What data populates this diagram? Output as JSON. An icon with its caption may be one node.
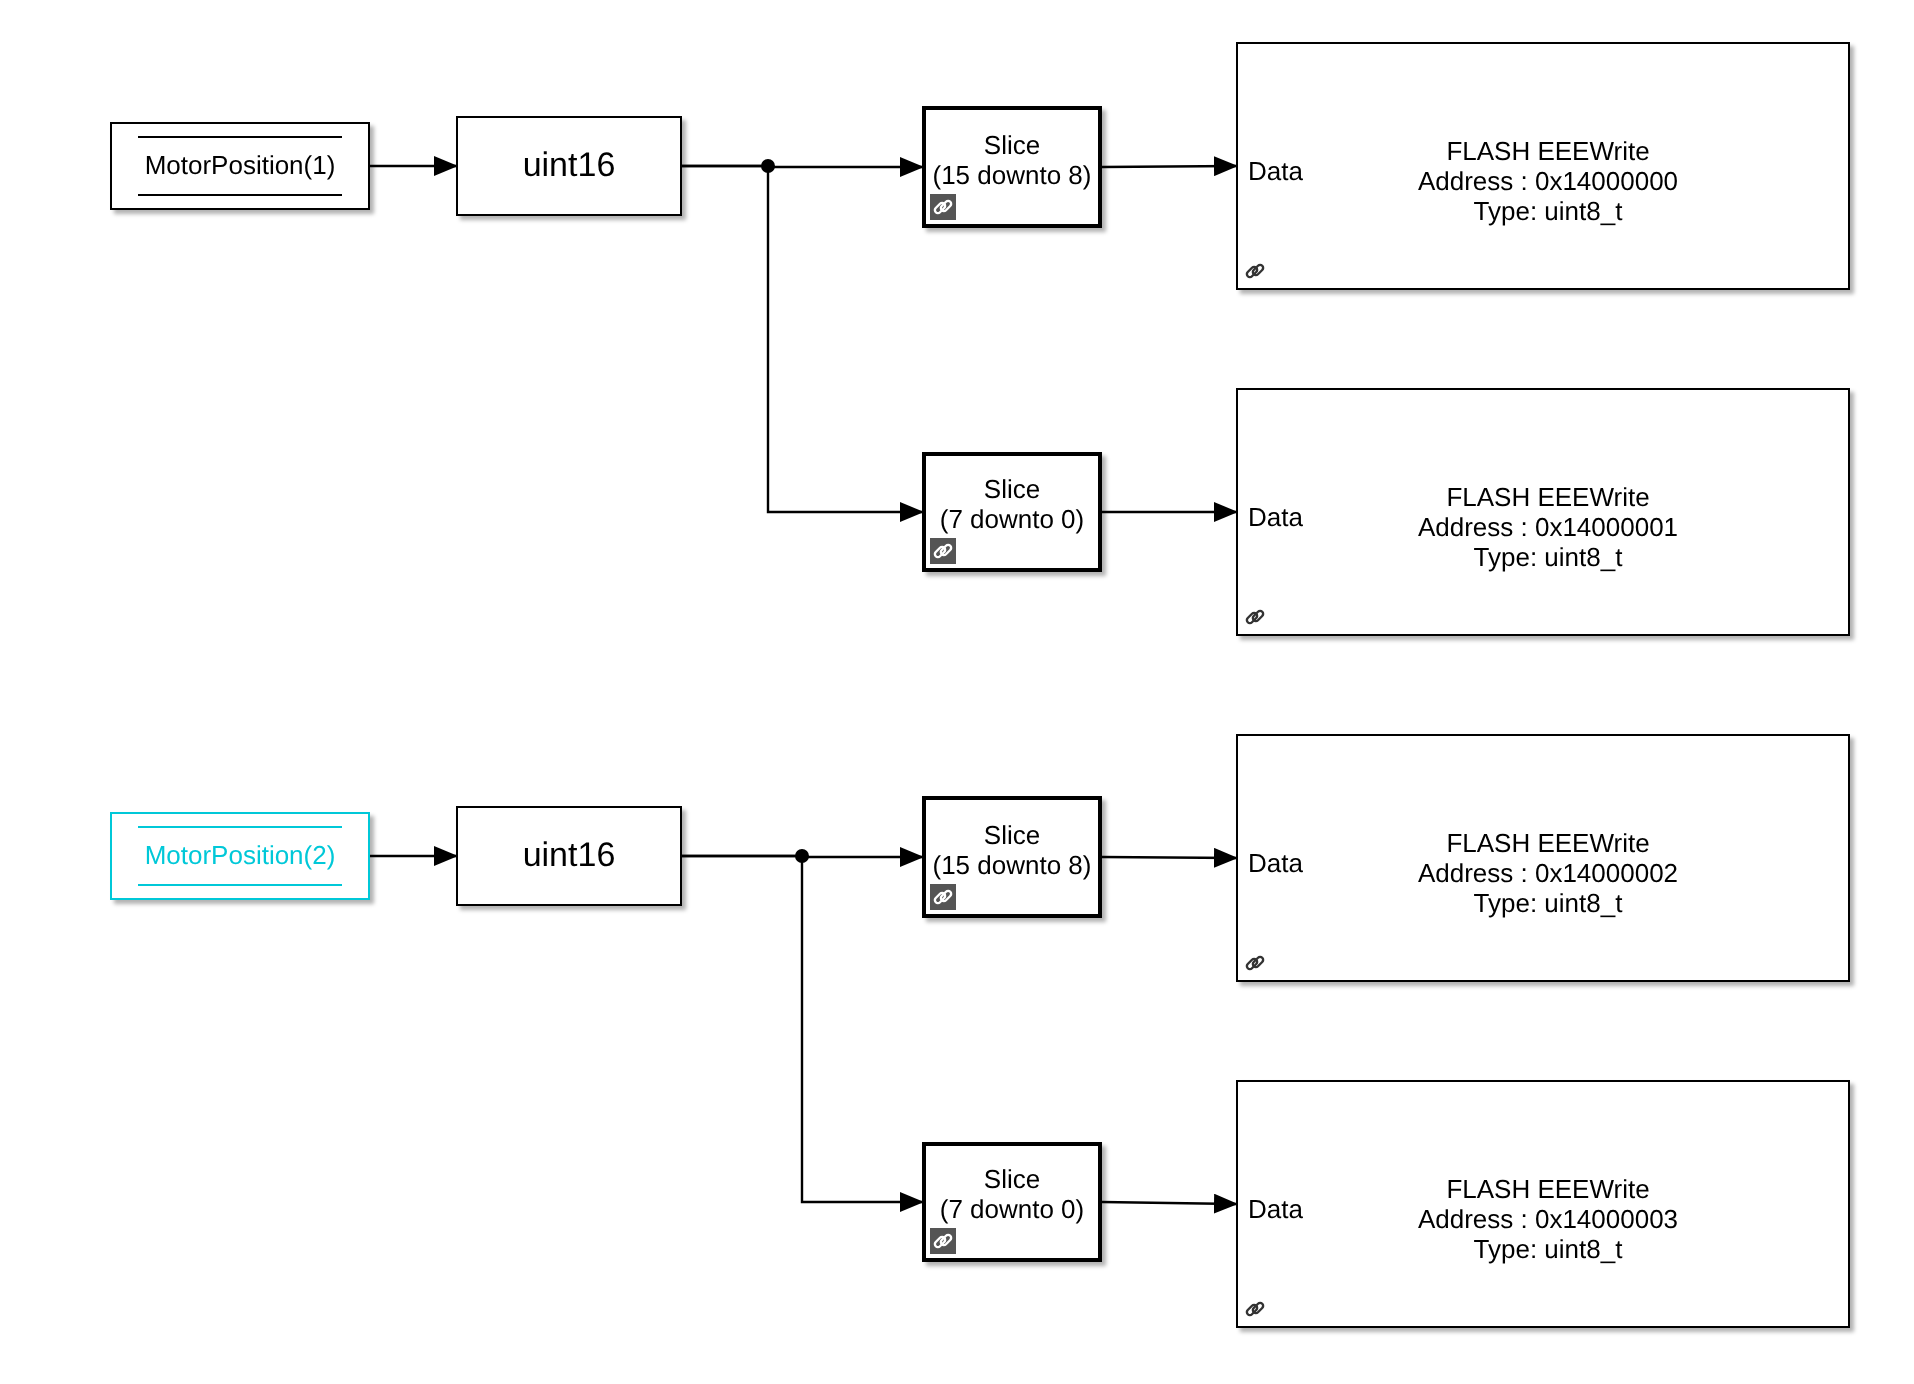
{
  "diagram": {
    "nodes": [
      {
        "text": [
          "MotorPosition(1)"
        ]
      },
      {
        "text": [
          "uint16"
        ]
      },
      {
        "text": [
          "Slice",
          "(15 downto 8)"
        ]
      },
      {
        "text": [
          "Data",
          "FLASH EEEWrite",
          "Address : 0x14000000",
          "Type: uint8_t"
        ]
      },
      {
        "text": [
          "Slice",
          "(7 downto 0)"
        ]
      },
      {
        "text": [
          "Data",
          "FLASH EEEWrite",
          "Address : 0x14000001",
          "Type: uint8_t"
        ]
      },
      {
        "text": [
          "MotorPosition(2)"
        ]
      },
      {
        "text": [
          "uint16"
        ]
      },
      {
        "text": [
          "Slice",
          "(15 downto 8)"
        ]
      },
      {
        "text": [
          "Data",
          "FLASH EEEWrite",
          "Address : 0x14000002",
          "Type: uint8_t"
        ]
      },
      {
        "text": [
          "Slice",
          "(7 downto 0)"
        ]
      },
      {
        "text": [
          "Data",
          "FLASH EEEWrite",
          "Address : 0x14000003",
          "Type: uint8_t"
        ]
      }
    ],
    "edges": [
      {
        "from": 0,
        "to": 1,
        "arrow": "to"
      },
      {
        "from": 1,
        "to": 2,
        "arrow": "to"
      },
      {
        "from": 1,
        "to": 4,
        "arrow": "to"
      },
      {
        "from": 2,
        "to": 3,
        "arrow": "to"
      },
      {
        "from": 4,
        "to": 5,
        "arrow": "to"
      },
      {
        "from": 6,
        "to": 7,
        "arrow": "to"
      },
      {
        "from": 7,
        "to": 8,
        "arrow": "to"
      },
      {
        "from": 7,
        "to": 10,
        "arrow": "to"
      },
      {
        "from": 8,
        "to": 9,
        "arrow": "to"
      },
      {
        "from": 10,
        "to": 11,
        "arrow": "to"
      }
    ]
  }
}
